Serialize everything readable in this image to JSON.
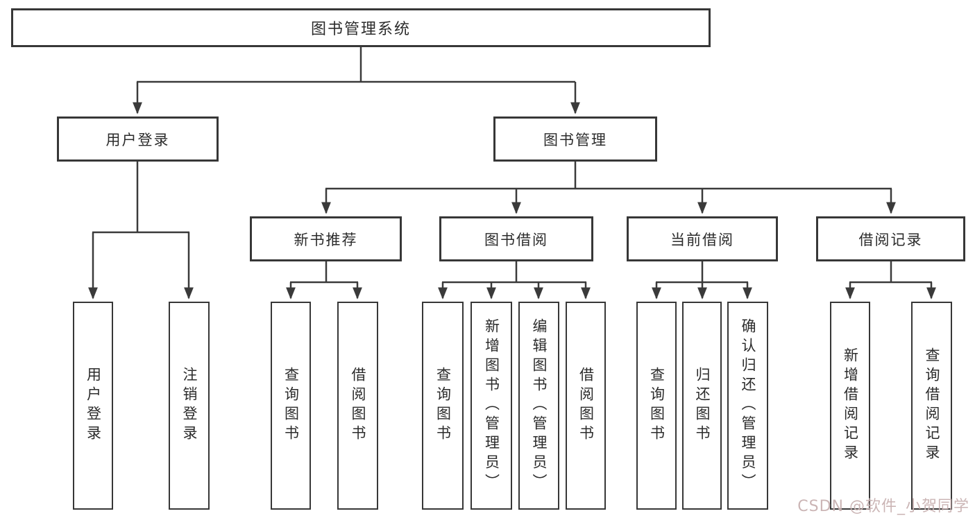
{
  "tree": {
    "root": {
      "label": "图书管理系统"
    },
    "branches": [
      {
        "label": "用户登录",
        "children": [
          {
            "label": "用户登录"
          },
          {
            "label": "注销登录"
          }
        ]
      },
      {
        "label": "图书管理",
        "groups": [
          {
            "label": "新书推荐",
            "children": [
              {
                "label": "查询图书"
              },
              {
                "label": "借阅图书"
              }
            ]
          },
          {
            "label": "图书借阅",
            "children": [
              {
                "label": "查询图书"
              },
              {
                "label": "新增图书（管理员）"
              },
              {
                "label": "编辑图书（管理员）"
              },
              {
                "label": "借阅图书"
              }
            ]
          },
          {
            "label": "当前借阅",
            "children": [
              {
                "label": "查询图书"
              },
              {
                "label": "归还图书"
              },
              {
                "label": "确认归还（管理员）"
              }
            ]
          },
          {
            "label": "借阅记录",
            "children": [
              {
                "label": "新增借阅记录"
              },
              {
                "label": "查询借阅记录"
              }
            ]
          }
        ]
      }
    ]
  },
  "watermark": {
    "text": "CSDN @软件_小贺同学"
  },
  "colors": {
    "line": "#3a3a3a",
    "box_border": "#373737",
    "box_fill": "#ffffff",
    "background": "#ffffff",
    "text": "#2b2b2b",
    "watermark": "#c9b2b2"
  }
}
